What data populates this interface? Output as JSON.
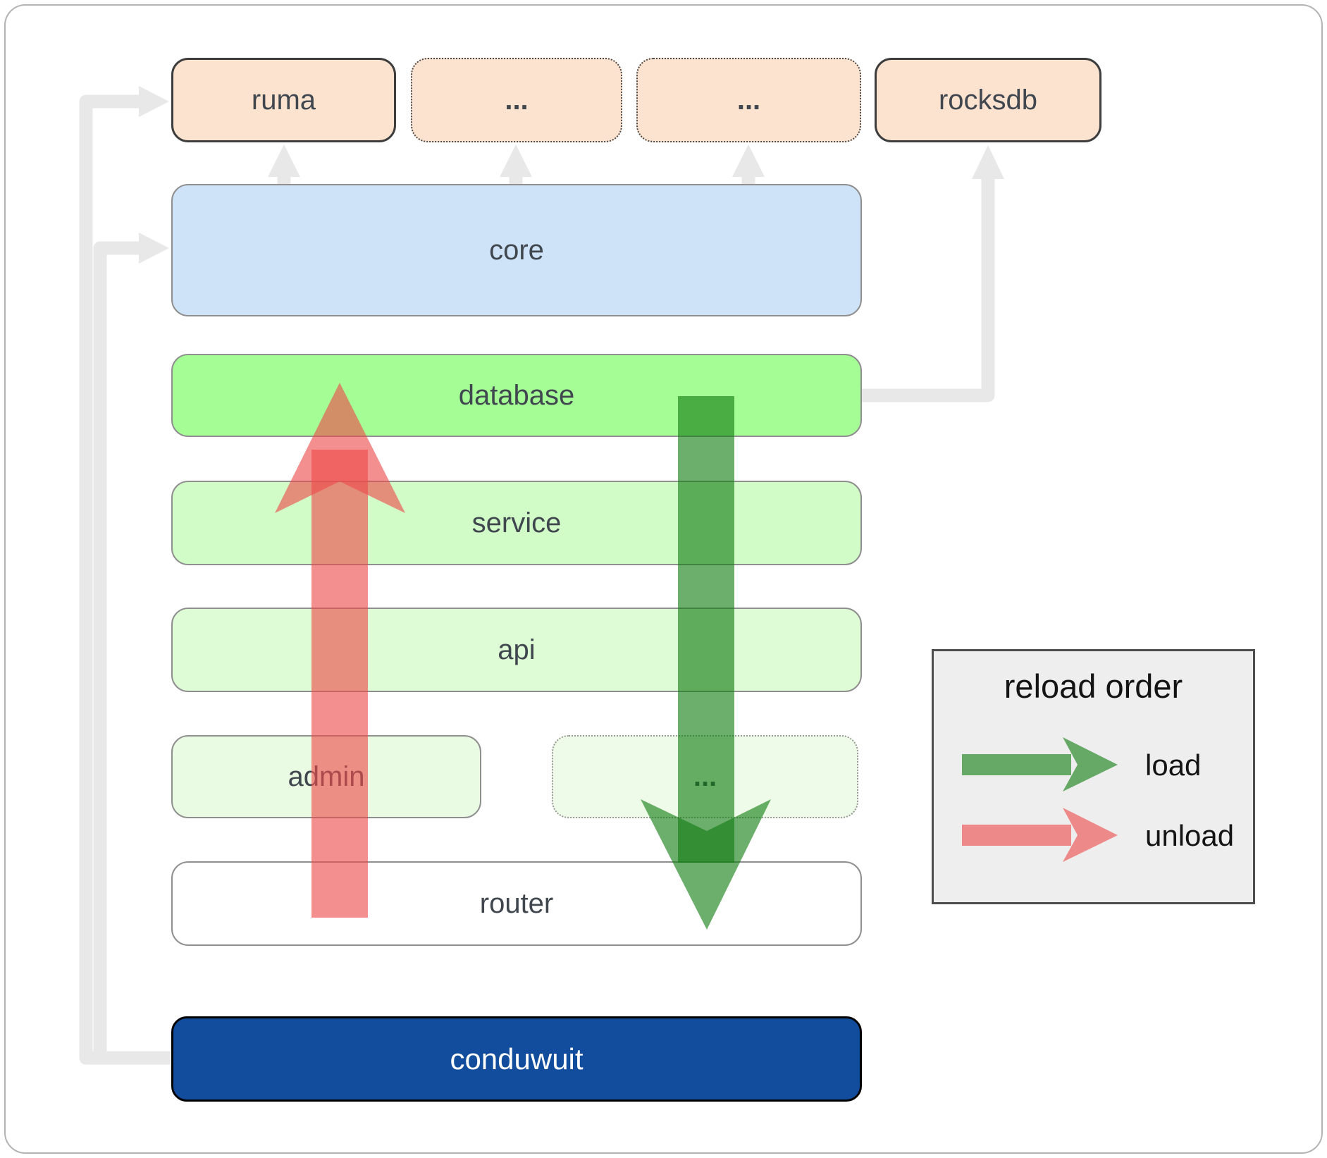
{
  "nodes": {
    "ruma": {
      "label": "ruma"
    },
    "ellipsis_top_1": {
      "label": "..."
    },
    "ellipsis_top_2": {
      "label": "..."
    },
    "rocksdb": {
      "label": "rocksdb"
    },
    "core": {
      "label": "core"
    },
    "database": {
      "label": "database"
    },
    "service": {
      "label": "service"
    },
    "api": {
      "label": "api"
    },
    "admin": {
      "label": "admin"
    },
    "ellipsis_bottom": {
      "label": "..."
    },
    "router": {
      "label": "router"
    },
    "conduwuit": {
      "label": "conduwuit"
    }
  },
  "edges": [
    {
      "from": "conduwuit",
      "to": "ruma"
    },
    {
      "from": "conduwuit",
      "to": "core"
    },
    {
      "from": "core",
      "to": "ruma"
    },
    {
      "from": "core",
      "to": "ellipsis_top_1"
    },
    {
      "from": "core",
      "to": "ellipsis_top_2"
    },
    {
      "from": "database",
      "to": "rocksdb"
    }
  ],
  "flow_arrows": [
    {
      "meaning": "load",
      "direction": "down",
      "from": "database",
      "to": "router",
      "color": "#127c12"
    },
    {
      "meaning": "unload",
      "direction": "up",
      "from": "router",
      "to": "database",
      "color": "#ee4b4b"
    }
  ],
  "legend": {
    "title": "reload order",
    "items": [
      {
        "label": "load",
        "arrow_color": "#127c12"
      },
      {
        "label": "unload",
        "arrow_color": "#ee4b4b"
      }
    ]
  },
  "colors": {
    "node_peach": "#fce3d0",
    "node_blue": "#cfe3f8",
    "node_green_bright": "#a5fd96",
    "node_green_light": "#d1fcc8",
    "node_green_lighter": "#defcd6",
    "node_green_faint": "#eafbe3",
    "node_navy": "#114d9c",
    "connector_gray": "#e8e8e8",
    "load_arrow_green": "#127c12",
    "unload_arrow_red": "#ee4b4b"
  }
}
